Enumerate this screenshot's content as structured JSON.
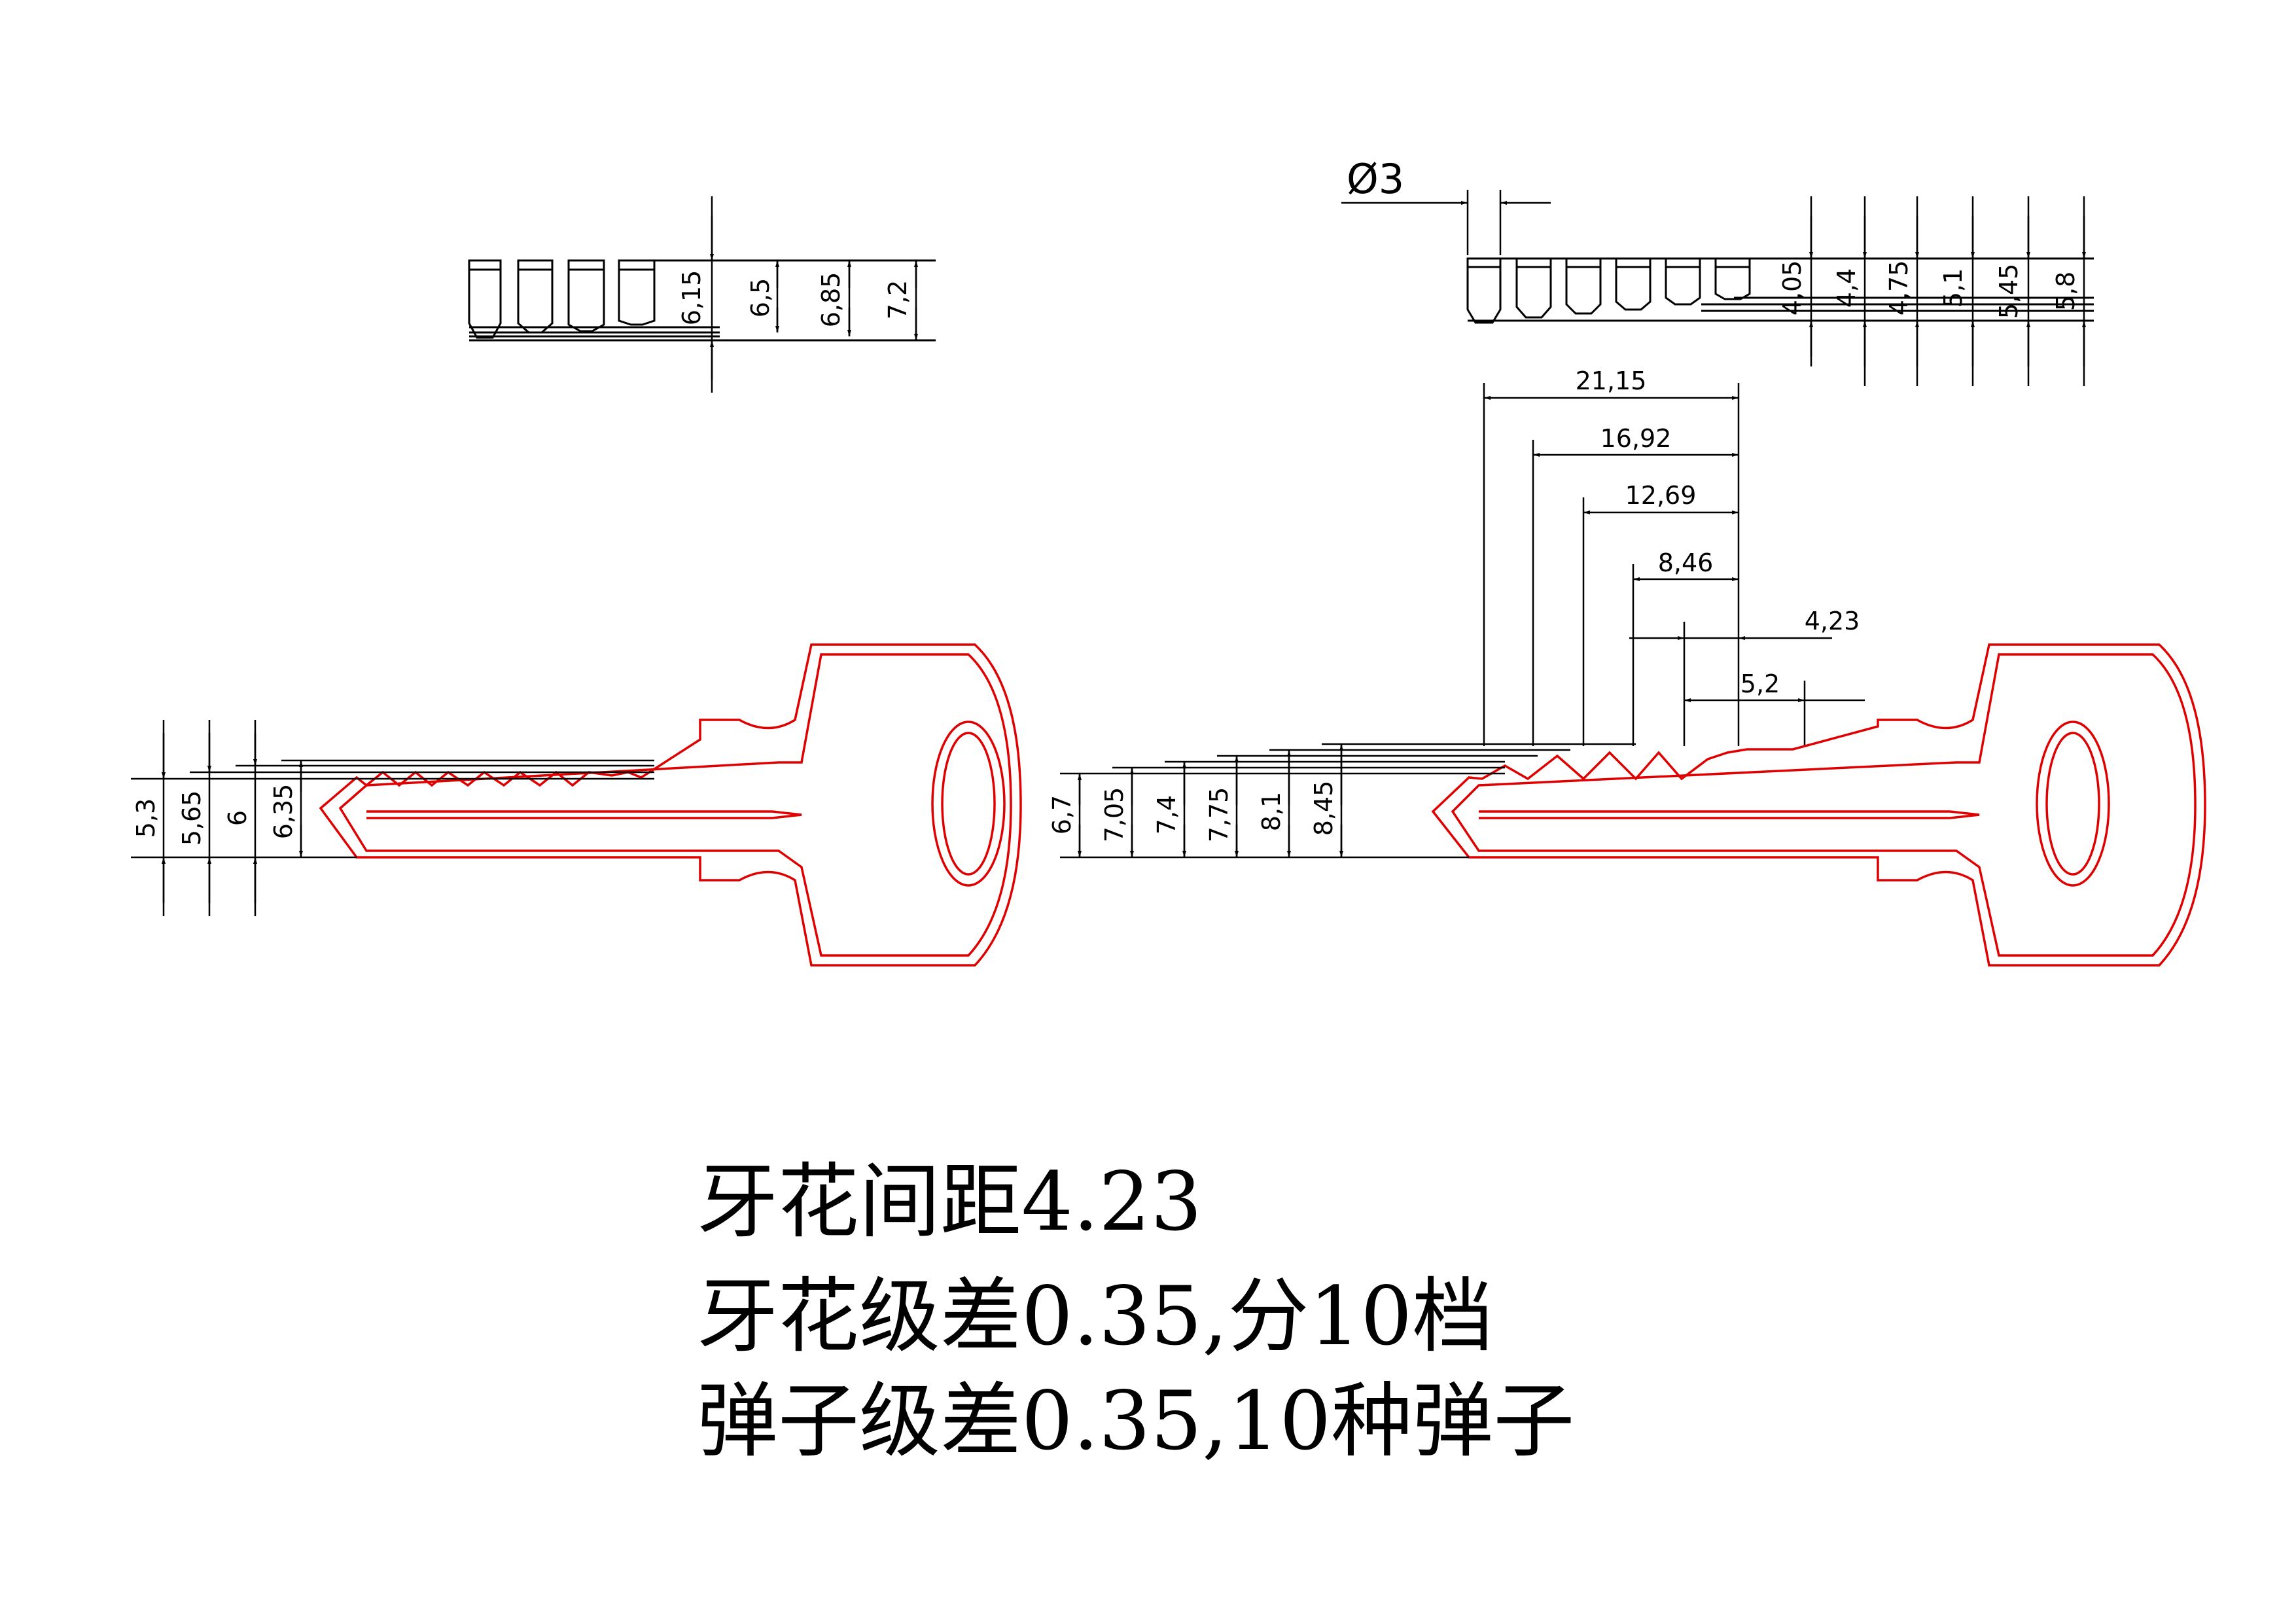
{
  "colors": {
    "outline": "#e00000",
    "dimension": "#000000",
    "background": "#ffffff"
  },
  "pin_diameter_label": "Ø3",
  "left_pins": {
    "depth_labels": [
      "6,15",
      "6,5",
      "6,85",
      "7,2"
    ]
  },
  "right_pins": {
    "depth_labels": [
      "4,05",
      "4,4",
      "4,75",
      "5,1",
      "5,45",
      "5,8"
    ]
  },
  "spacing_dims": [
    "21,15",
    "16,92",
    "12,69",
    "8,46",
    "4,23"
  ],
  "shoulder_dim": "5,2",
  "left_key": {
    "depth_labels": [
      "5,3",
      "5,65",
      "6",
      "6,35"
    ]
  },
  "right_key": {
    "depth_labels": [
      "6,7",
      "7,05",
      "7,4",
      "7,75",
      "8,1",
      "8,45"
    ]
  },
  "notes": {
    "line1": "牙花间距4.23",
    "line2": "牙花级差0.35,分10档",
    "line3": "弹子级差0.35,10种弹子"
  }
}
